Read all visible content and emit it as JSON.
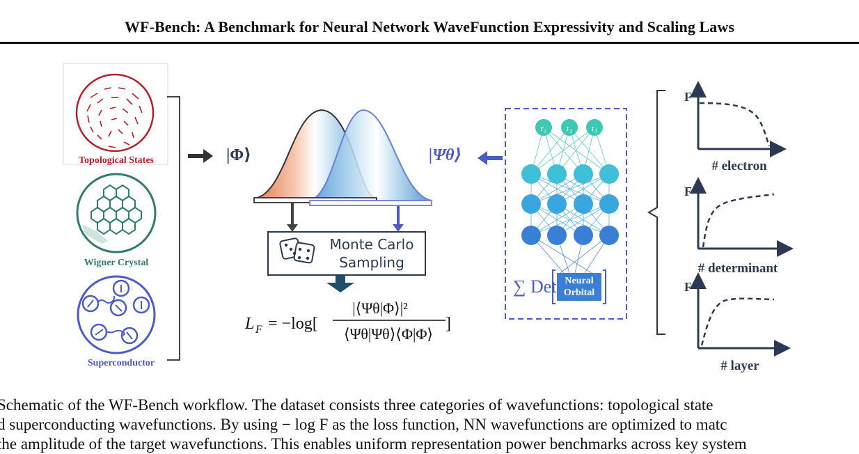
{
  "header": {
    "title": "WF-Bench: A Benchmark for Neural Network WaveFunction Expressivity and Scaling Laws"
  },
  "figure": {
    "labels": {
      "topological": "Topological States",
      "wigner": "Wigner Crystal",
      "superconductor": "Superconductor",
      "phi_ket": "|Φ⟩",
      "psi_ket": "|Ψθ⟩",
      "mc_line1": "Monte Carlo",
      "mc_line2": "Sampling",
      "r1": "r₁",
      "r2": "r₂",
      "r3": "r₃",
      "sum_det": "∑ Det",
      "neural": "Neural",
      "orbital": "Orbital",
      "F": "F",
      "x_electron": "# electron",
      "x_determinant": "# determinant",
      "x_layer": "# layer",
      "loss_lhs": "L",
      "loss_sub": "F",
      "loss_eq": "= −log[",
      "loss_num": "|⟨Ψθ|Φ⟩|²",
      "loss_den": "⟨Ψθ|Ψθ⟩⟨Φ|Φ⟩",
      "loss_close": "]"
    },
    "colors": {
      "red": "#b81f2a",
      "teal": "#2f7c70",
      "blue": "#4a5bc6",
      "navy": "#2b3a52",
      "orange": "#e06a3c",
      "sky": "#4aa0d6",
      "nn_top": "#3ec9b3",
      "nn_mid": "#3aa6e0",
      "nn_bot": "#3a7fd6"
    }
  },
  "caption": {
    "line1": "Schematic of the WF-Bench workflow. The dataset consists three categories of wavefunctions: topological state",
    "line2": "d superconducting wavefunctions. By using − log F as the loss function, NN wavefunctions are optimized to matc",
    "line3": "the amplitude of the target wavefunctions. This enables uniform representation power benchmarks across key system"
  }
}
